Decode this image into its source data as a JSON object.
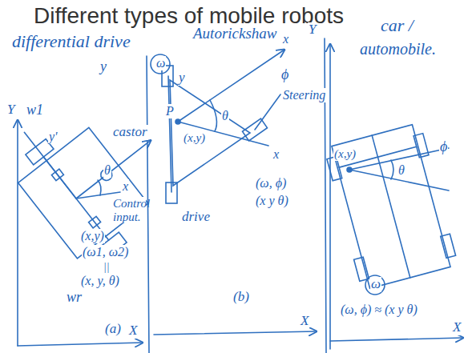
{
  "diagram": {
    "title": "Different types of mobile robots",
    "labels": [
      "differential drive",
      "y",
      "Y",
      "w1",
      "y'",
      "castor",
      "θ",
      "x",
      "Control input.",
      "(x,y)",
      "(ω1, ω2)",
      "||",
      "(x, y, θ)",
      "wr",
      "(a)",
      "X",
      "Autorickshaw",
      "ω",
      "y",
      "x",
      "ϕ",
      "P",
      "θ",
      "Steering",
      "(x,y)",
      "x",
      "(ω, ϕ)",
      "(x y θ)",
      "drive",
      "(b)",
      "X",
      "Y",
      "car /",
      "automobile.",
      "ϕ",
      "(x,y)",
      "θ",
      "ω",
      "(ω, ϕ) ≈ (x y θ)",
      "X"
    ]
  }
}
